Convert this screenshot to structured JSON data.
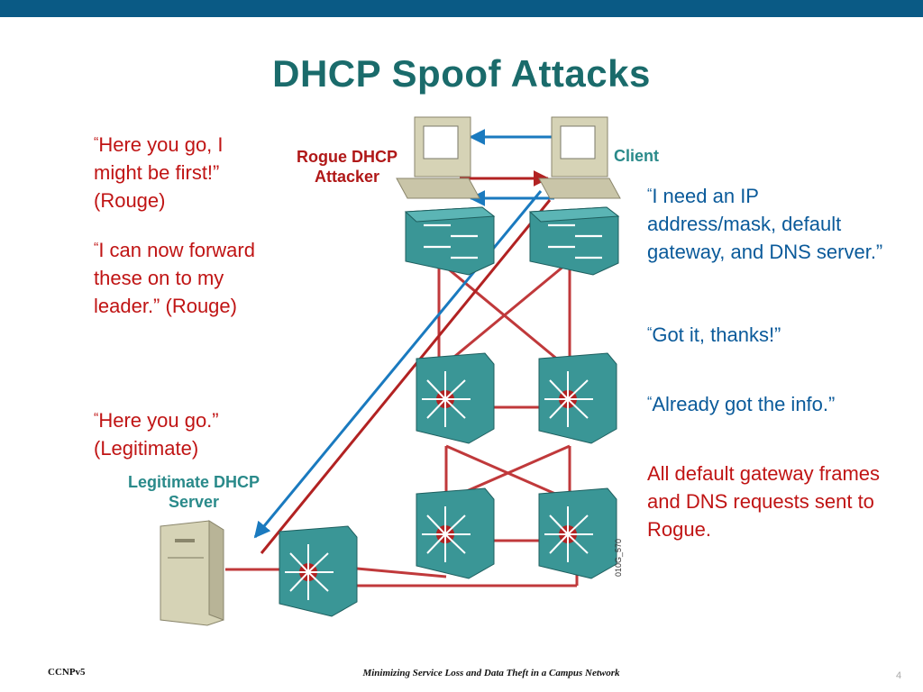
{
  "slide": {
    "title": "DHCP Spoof Attacks",
    "footer_left": "CCNPv5",
    "footer_center": "Minimizing Service Loss and Data Theft in a Campus Network",
    "page_number": "4",
    "figure_code": "010G_570"
  },
  "labels": {
    "rogue": "Rogue DHCP Attacker",
    "client": "Client",
    "legit_server": "Legitimate DHCP Server"
  },
  "left_quotes": [
    {
      "open": "“",
      "text": "Here you go, I might be first!” (Rouge)"
    },
    {
      "open": "“",
      "text": "I can now forward these on to my leader.” (Rouge)"
    },
    {
      "open": "“",
      "text": "Here you go.” (Legitimate)"
    }
  ],
  "right_quotes": [
    {
      "open": "“",
      "text": "I need an IP address/mask, default gateway, and DNS server.”"
    },
    {
      "open": "“",
      "text": "Got it, thanks!”"
    },
    {
      "open": "“",
      "text": "Already got the info.”"
    }
  ],
  "warning": "All default gateway frames and DNS requests sent to Rogue.",
  "colors": {
    "title": "#1a6b6b",
    "top_bar": "#0a5a85",
    "red_text": "#c01414",
    "blue_text": "#0a5a9a",
    "red_link": "#b22222",
    "blue_arrow": "#1a7abf",
    "device_teal": "#3a9696"
  }
}
